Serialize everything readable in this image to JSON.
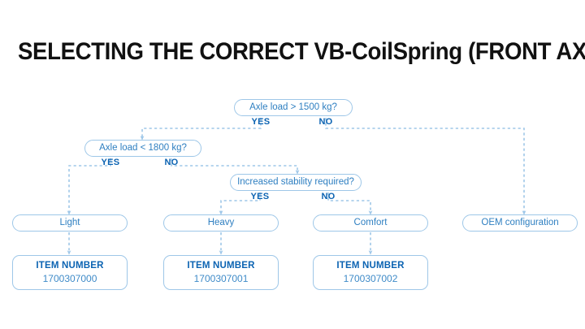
{
  "page": {
    "title": "SELECTING THE CORRECT VB-CoilSpring (FRONT AXLE)",
    "background": "#ffffff"
  },
  "colors": {
    "title_text": "#111111",
    "node_border": "#9ec7e8",
    "node_text": "#2e7fc1",
    "branch_label": "#0b63b2",
    "item_title": "#0b63b2",
    "item_number": "#3f8bc8",
    "connector": "#9ec7e8"
  },
  "flowchart": {
    "decisions": [
      {
        "id": "axle-load-1500",
        "question": "Axle load > 1500 kg?",
        "yes_label": "YES",
        "no_label": "NO"
      },
      {
        "id": "axle-load-1800",
        "question": "Axle load < 1800 kg?",
        "yes_label": "YES",
        "no_label": "NO"
      },
      {
        "id": "increased-stability",
        "question": "Increased stability required?",
        "yes_label": "YES",
        "no_label": "NO"
      }
    ],
    "results": [
      {
        "id": "light",
        "label": "Light"
      },
      {
        "id": "heavy",
        "label": "Heavy"
      },
      {
        "id": "comfort",
        "label": "Comfort"
      },
      {
        "id": "oem",
        "label": "OEM configuration"
      }
    ],
    "items": [
      {
        "id": "item-light",
        "title": "ITEM NUMBER",
        "number": "1700307000"
      },
      {
        "id": "item-heavy",
        "title": "ITEM NUMBER",
        "number": "1700307001"
      },
      {
        "id": "item-comfort",
        "title": "ITEM NUMBER",
        "number": "1700307002"
      }
    ]
  }
}
